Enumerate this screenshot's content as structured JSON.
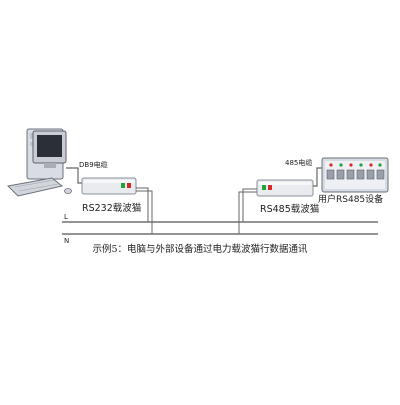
{
  "labels": {
    "db9_cable": "DB9电缆",
    "cable_485": "485电缆",
    "modem_left": "RS232载波猫",
    "modem_right": "RS485载波猫",
    "user_device": "用户RS485设备",
    "line_L": "L",
    "line_N": "N",
    "caption": "示例5：电脑与外部设备通过电力载波猫行数据通讯"
  },
  "colors": {
    "line": "#555555",
    "cable": "#666666",
    "device_body": "#e9ebef",
    "device_edge": "#8a8f99",
    "led_green": "#1fa33a",
    "led_red": "#d62828",
    "text": "#222222"
  },
  "icons": {
    "computer": "desktop-computer-icon",
    "modem": "modem-box-icon",
    "device": "rs485-device-panel-icon"
  }
}
